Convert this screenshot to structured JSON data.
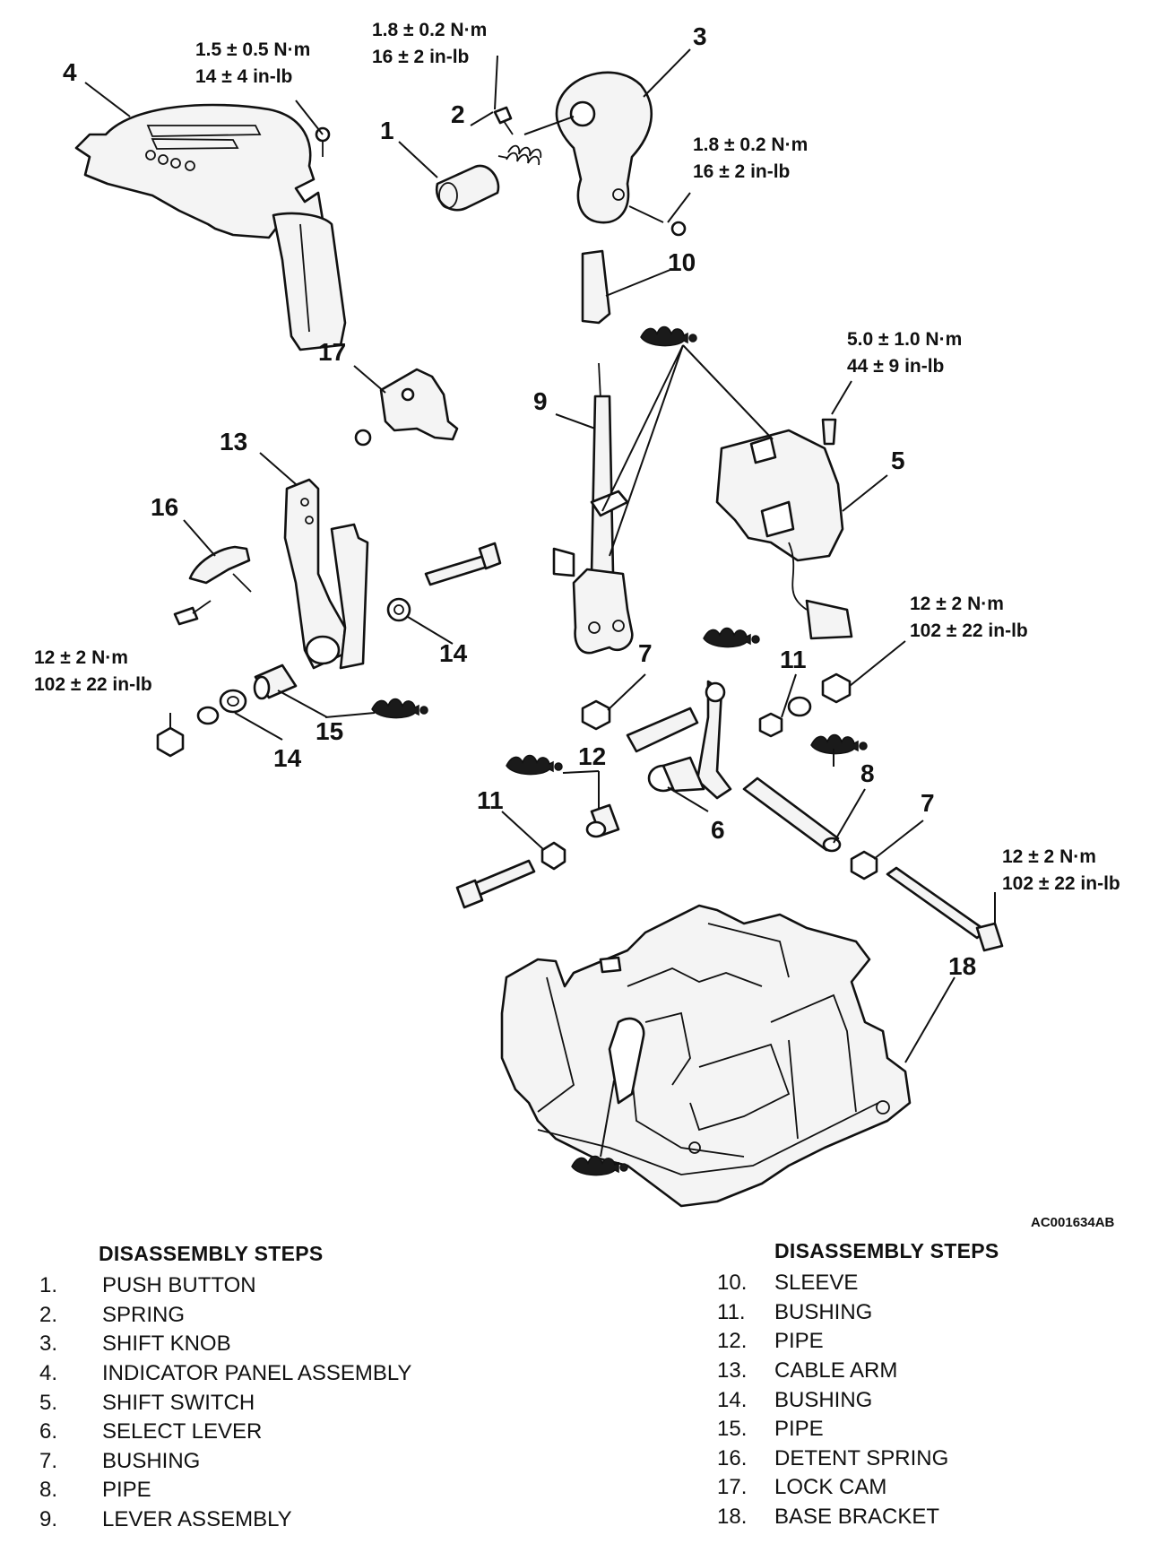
{
  "figure_code": "AC001634AB",
  "callouts": [
    "1",
    "2",
    "3",
    "4",
    "5",
    "6",
    "7",
    "7",
    "8",
    "9",
    "10",
    "11",
    "11",
    "12",
    "13",
    "14",
    "14",
    "15",
    "16",
    "17",
    "18"
  ],
  "torque_specs": {
    "t_indicator_screw": [
      "1.5 ± 0.5 N·m",
      "14 ± 4 in-lb"
    ],
    "t_knob_top": [
      "1.8 ± 0.2 N·m",
      "16 ± 2 in-lb"
    ],
    "t_knob_side": [
      "1.8 ± 0.2 N·m",
      "16 ± 2 in-lb"
    ],
    "t_switch": [
      "5.0 ± 1.0 N·m",
      "44 ± 9 in-lb"
    ],
    "t_right_nut": [
      "12 ± 2 N·m",
      "102 ± 22 in-lb"
    ],
    "t_left_nut": [
      "12 ± 2 N·m",
      "102 ± 22 in-lb"
    ],
    "t_long_bolt": [
      "12 ± 2 N·m",
      "102 ± 22 in-lb"
    ]
  },
  "steps_left": {
    "heading": "DISASSEMBLY STEPS",
    "items": [
      {
        "n": "1.",
        "label": "PUSH BUTTON"
      },
      {
        "n": "2.",
        "label": "SPRING"
      },
      {
        "n": "3.",
        "label": "SHIFT KNOB"
      },
      {
        "n": "4.",
        "label": "INDICATOR PANEL ASSEMBLY"
      },
      {
        "n": "5.",
        "label": "SHIFT SWITCH"
      },
      {
        "n": "6.",
        "label": "SELECT LEVER"
      },
      {
        "n": "7.",
        "label": "BUSHING"
      },
      {
        "n": "8.",
        "label": "PIPE"
      },
      {
        "n": "9.",
        "label": "LEVER ASSEMBLY"
      }
    ]
  },
  "steps_right": {
    "heading": "DISASSEMBLY STEPS",
    "items": [
      {
        "n": "10.",
        "label": "SLEEVE"
      },
      {
        "n": "11.",
        "label": "BUSHING"
      },
      {
        "n": "12.",
        "label": "PIPE"
      },
      {
        "n": "13.",
        "label": "CABLE ARM"
      },
      {
        "n": "14.",
        "label": "BUSHING"
      },
      {
        "n": "15.",
        "label": "PIPE"
      },
      {
        "n": "16.",
        "label": "DETENT SPRING"
      },
      {
        "n": "17.",
        "label": "LOCK CAM"
      },
      {
        "n": "18.",
        "label": "BASE BRACKET"
      }
    ]
  }
}
